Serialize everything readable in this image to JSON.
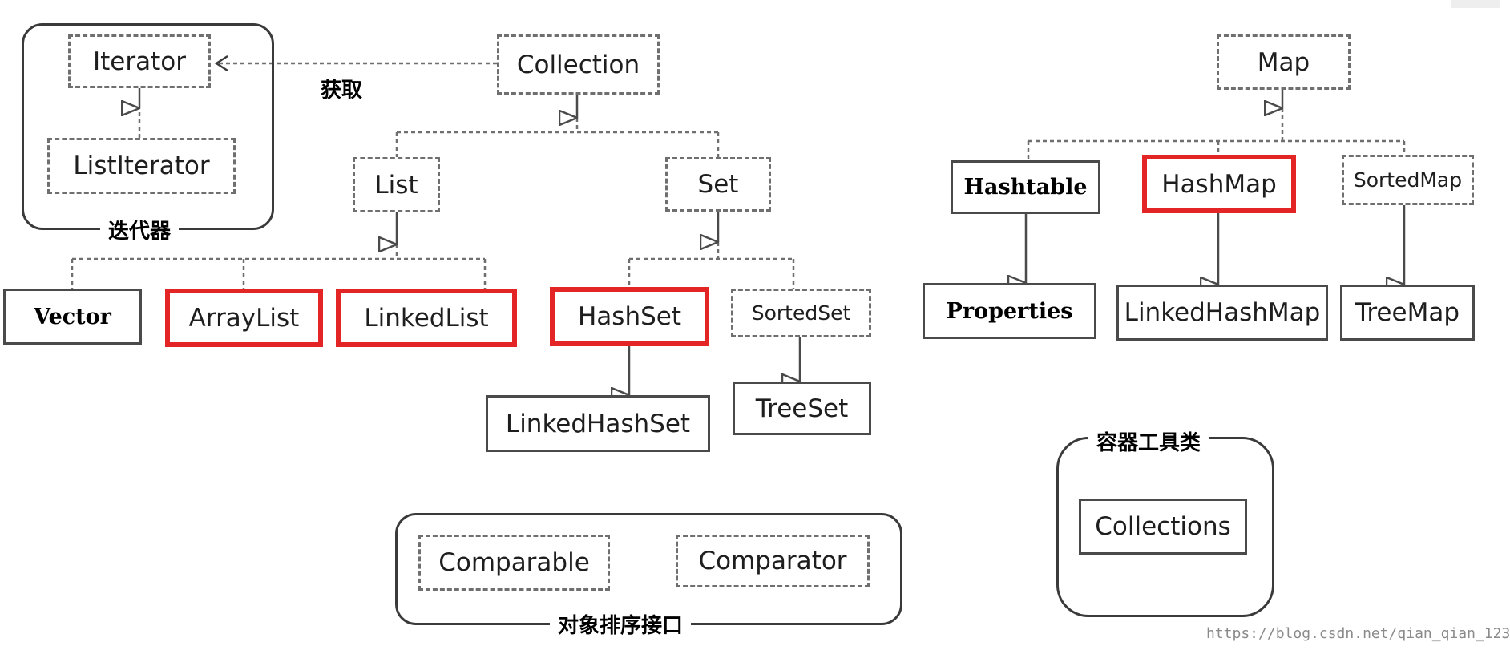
{
  "nodes": {
    "iterator": "Iterator",
    "list_iterator": "ListIterator",
    "collection": "Collection",
    "list": "List",
    "set": "Set",
    "vector": "Vector",
    "array_list": "ArrayList",
    "linked_list": "LinkedList",
    "hash_set": "HashSet",
    "sorted_set": "SortedSet",
    "linked_hash_set": "LinkedHashSet",
    "tree_set": "TreeSet",
    "map": "Map",
    "hashtable": "Hashtable",
    "hash_map": "HashMap",
    "sorted_map": "SortedMap",
    "properties": "Properties",
    "linked_hash_map": "LinkedHashMap",
    "tree_map": "TreeMap",
    "comparable": "Comparable",
    "comparator": "Comparator",
    "collections": "Collections"
  },
  "groups": {
    "iterators": "迭代器",
    "sorting_interfaces": "对象排序接口",
    "container_utils": "容器工具类"
  },
  "edge_labels": {
    "obtain": "获取"
  },
  "highlighted": [
    "array_list",
    "linked_list",
    "hash_set",
    "hash_map"
  ],
  "colors": {
    "highlight": "#e32525",
    "line": "#4a4a4a",
    "dashed_line": "#6f6f6f"
  },
  "watermark": "https://blog.csdn.net/qian_qian_123"
}
